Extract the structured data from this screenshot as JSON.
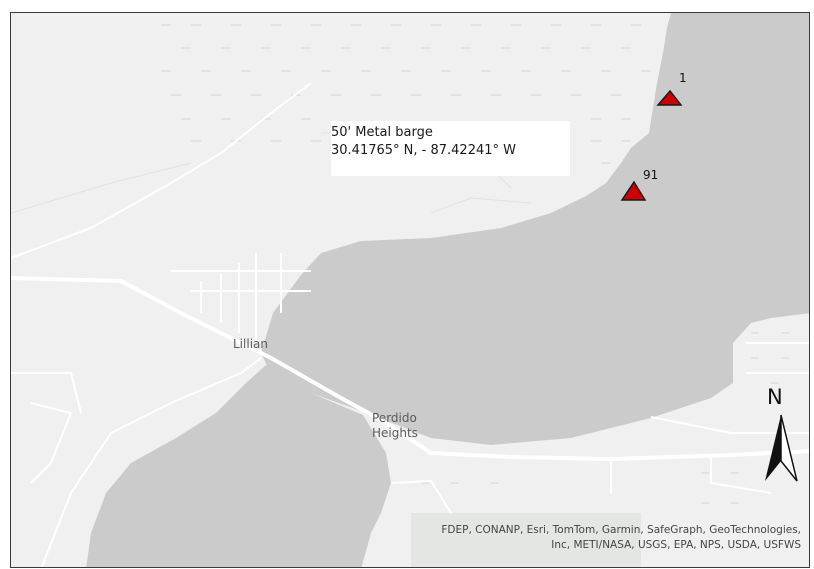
{
  "map": {
    "annotation": {
      "title": "50' Metal barge",
      "coordinates": "30.41765° N, - 87.42241° W"
    },
    "places": [
      {
        "name": "Lillian"
      },
      {
        "name_line1": "Perdido",
        "name_line2": "Heights"
      }
    ],
    "markers": [
      {
        "label": "1"
      },
      {
        "label": "91"
      }
    ],
    "north_arrow": {
      "letter": "N"
    },
    "attribution": {
      "line1": "FDEP, CONANP, Esri, TomTom, Garmin, SafeGraph, GeoTechnologies,",
      "line2": "Inc, METI/NASA, USGS, EPA, NPS, USDA, USFWS"
    },
    "colors": {
      "land": "#f0f0f0",
      "water": "#cbcbcb",
      "road": "#ffffff",
      "wetland": "#dcdcdc",
      "marker_fill": "#cc0000",
      "marker_stroke": "#1a1a1a"
    }
  }
}
